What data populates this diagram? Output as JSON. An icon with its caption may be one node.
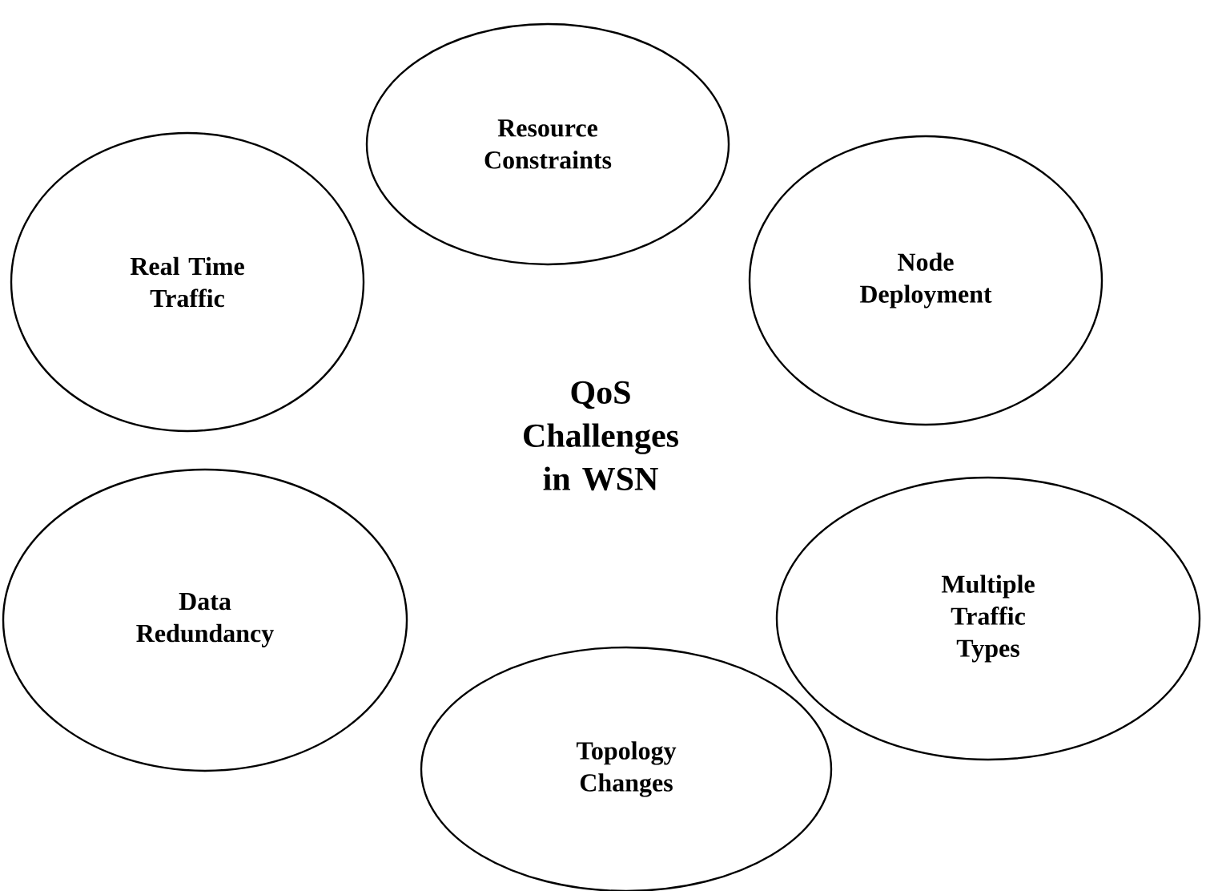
{
  "diagram": {
    "nodes": [
      {
        "text": [
          "Real Time Traffic"
        ]
      },
      {
        "text": [
          "Resource Constraints"
        ]
      },
      {
        "text": [
          "Node Deployment"
        ]
      },
      {
        "text": [
          "Multiple Traffic Types"
        ]
      },
      {
        "text": [
          "Topology Changes"
        ]
      },
      {
        "text": [
          "Data Redundancy"
        ]
      }
    ],
    "labels": [
      "QoS Challenges in WSN"
    ]
  }
}
